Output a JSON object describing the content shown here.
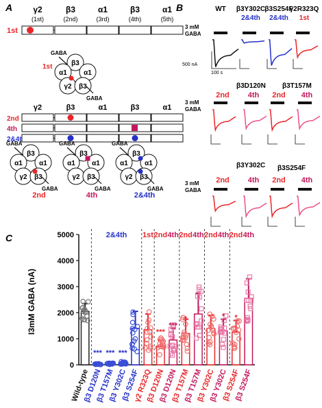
{
  "colors": {
    "black": "#111111",
    "red": "#e8262a",
    "blue": "#2430c8",
    "magenta": "#c2185b",
    "pink": "#ec4f8a",
    "salmon": "#ef6f6f",
    "gray": "#888888"
  },
  "panel_a": {
    "letter": "A",
    "columns": [
      {
        "subunit": "γ2",
        "position": "(1st)"
      },
      {
        "subunit": "β3",
        "position": "(2nd)"
      },
      {
        "subunit": "α1",
        "position": "(3rd)"
      },
      {
        "subunit": "β3",
        "position": "(4th)"
      },
      {
        "subunit": "α1",
        "position": "(5th)"
      }
    ],
    "row1_label": "1st",
    "diagram_rows": [
      "γ2",
      "β3",
      "α1",
      "β3",
      "α1"
    ],
    "row_labels": [
      "2nd",
      "4th",
      "2&4th"
    ],
    "circle_labels": [
      "β3",
      "α1",
      "α1",
      "γ2",
      "β3"
    ],
    "gaba": "GABA",
    "bottom_labels": [
      "2nd",
      "4th",
      "2&4th"
    ]
  },
  "panel_b": {
    "letter": "B",
    "top_titles": [
      "WT",
      "β3Y302C",
      "β3S254F",
      "γ2R323Q"
    ],
    "top_sub": [
      "2&4th",
      "2&4th",
      "1st"
    ],
    "gaba_label_1": "3 mM",
    "gaba_label_2": "GABA",
    "scale_nA": "500 nA",
    "scale_s": "100 s",
    "mid_titles": [
      "β3D120N",
      "β3T157M"
    ],
    "low_titles": [
      "β3Y302C",
      "β3S254F"
    ],
    "pos_labels": [
      "2nd",
      "4th"
    ]
  },
  "panel_c": {
    "letter": "C",
    "group_labels": [
      "2&4th",
      "1st",
      "2nd",
      "4th",
      "2nd",
      "4th",
      "2nd",
      "4th",
      "2nd",
      "4th"
    ]
  },
  "chart_data": {
    "type": "bar",
    "ylabel": "I3mM GABA (nA)",
    "ylim": [
      0,
      5000
    ],
    "yticks": [
      0,
      1000,
      2000,
      3000,
      4000,
      5000
    ],
    "categories": [
      "Wild-type",
      "β3 D120N",
      "β3 T157M",
      "β3 Y302C",
      "β3 S254F",
      "γ2 R323Q",
      "β3 D120N",
      "β3 D120N",
      "β3 T157M",
      "β3 T157M",
      "β3 Y302C",
      "β3 Y302C",
      "β3 S254F",
      "β3 S254F"
    ],
    "values": [
      2050,
      30,
      40,
      80,
      1400,
      1350,
      700,
      950,
      1200,
      1950,
      1400,
      1300,
      1250,
      2550
    ],
    "errors": [
      300,
      20,
      20,
      40,
      650,
      600,
      250,
      450,
      550,
      800,
      500,
      450,
      450,
      750
    ],
    "significance": [
      "",
      "***",
      "***",
      "***",
      "",
      "",
      "***",
      "***",
      "*",
      "",
      "",
      "*",
      "*",
      ""
    ],
    "bar_colors": [
      "black",
      "blue",
      "blue",
      "blue",
      "blue",
      "red",
      "red",
      "magenta",
      "red",
      "magenta",
      "red",
      "magenta",
      "red",
      "magenta"
    ]
  }
}
